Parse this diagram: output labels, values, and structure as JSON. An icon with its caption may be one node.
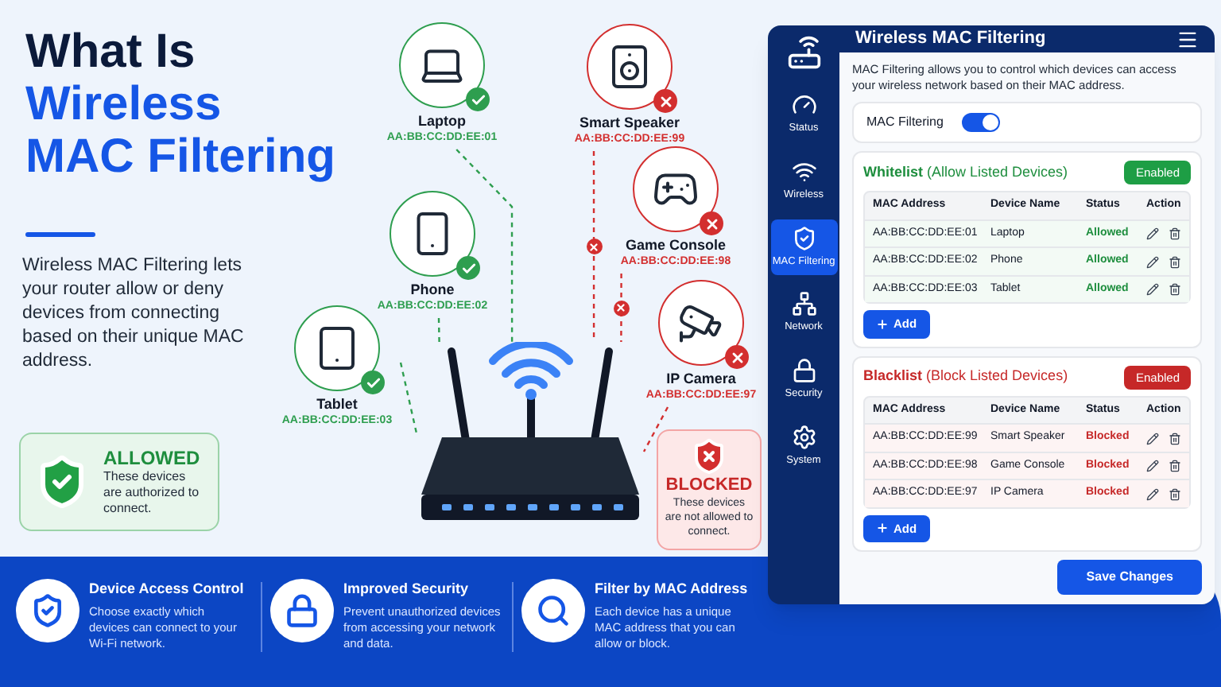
{
  "diagram": {
    "title": "What Is Wireless MAC Filtering",
    "nodes": [
      {
        "text": [
          "Laptop",
          "AA:BB:CC:DD:EE:01"
        ]
      },
      {
        "text": [
          "Phone",
          "AA:BB:CC:DD:EE:02"
        ]
      },
      {
        "text": [
          "Tablet",
          "AA:BB:CC:DD:EE:03"
        ]
      },
      {
        "text": [
          "Smart Speaker",
          "AA:BB:CC:DD:EE:99"
        ]
      },
      {
        "text": [
          "Game Console",
          "AA:BB:CC:DD:EE:98"
        ]
      },
      {
        "text": [
          "IP Camera",
          "AA:BB:CC:DD:EE:97"
        ]
      },
      {
        "text": [],
        "shape": "picture"
      },
      {
        "text": [
          "ALLOWED",
          "These devices are authorized to connect."
        ]
      },
      {
        "text": [
          "BLOCKED",
          "These devices are not allowed to connect."
        ]
      }
    ],
    "edges": [
      {
        "from": 0,
        "to": 6,
        "arrow": "none",
        "style": "dashed",
        "color": "#2e9e4f"
      },
      {
        "from": 1,
        "to": 6,
        "arrow": "none",
        "style": "dashed",
        "color": "#2e9e4f"
      },
      {
        "from": 2,
        "to": 6,
        "arrow": "none",
        "style": "dashed",
        "color": "#2e9e4f"
      },
      {
        "from": 3,
        "to": 6,
        "arrow": "none",
        "style": "dashed",
        "color": "#d32f2f"
      },
      {
        "from": 4,
        "to": 6,
        "arrow": "none",
        "style": "dashed",
        "color": "#d32f2f"
      },
      {
        "from": 5,
        "to": 6,
        "arrow": "none",
        "style": "dashed",
        "color": "#d32f2f"
      }
    ],
    "labels": [
      "Wireless MAC Filtering lets your router allow or deny devices from connecting based on their unique MAC address.",
      "Wireless MAC Filtering",
      "Status",
      "Wireless",
      "MAC Filtering",
      "Network",
      "Security",
      "System",
      "MAC Filtering allows you to control which devices can access your wireless network based on their MAC address.",
      "MAC Filtering",
      "**Whitelist** (Allow Listed Devices)",
      "Enabled",
      "MAC Address",
      "Device Name",
      "Status",
      "Action",
      "AA:BB:CC:DD:EE:01",
      "Laptop",
      "Allowed",
      "AA:BB:CC:DD:EE:02",
      "Phone",
      "Allowed",
      "AA:BB:CC:DD:EE:03",
      "Tablet",
      "Allowed",
      "Add",
      "**Blacklist** (Block Listed Devices)",
      "Enabled",
      "MAC Address",
      "Device Name",
      "Status",
      "Action",
      "AA:BB:CC:DD:EE:99",
      "Smart Speaker",
      "Blocked",
      "AA:BB:CC:DD:EE:98",
      "Game Console",
      "Blocked",
      "AA:BB:CC:DD:EE:97",
      "IP Camera",
      "Blocked",
      "Add",
      "Save Changes",
      "Device Access Control",
      "Choose exactly which devices can connect to your Wi-Fi network.",
      "Improved Security",
      "Prevent unauthorized devices from accessing your network and data.",
      "Filter by MAC Address",
      "Each device has a unique MAC address that you can allow or block."
    ]
  }
}
